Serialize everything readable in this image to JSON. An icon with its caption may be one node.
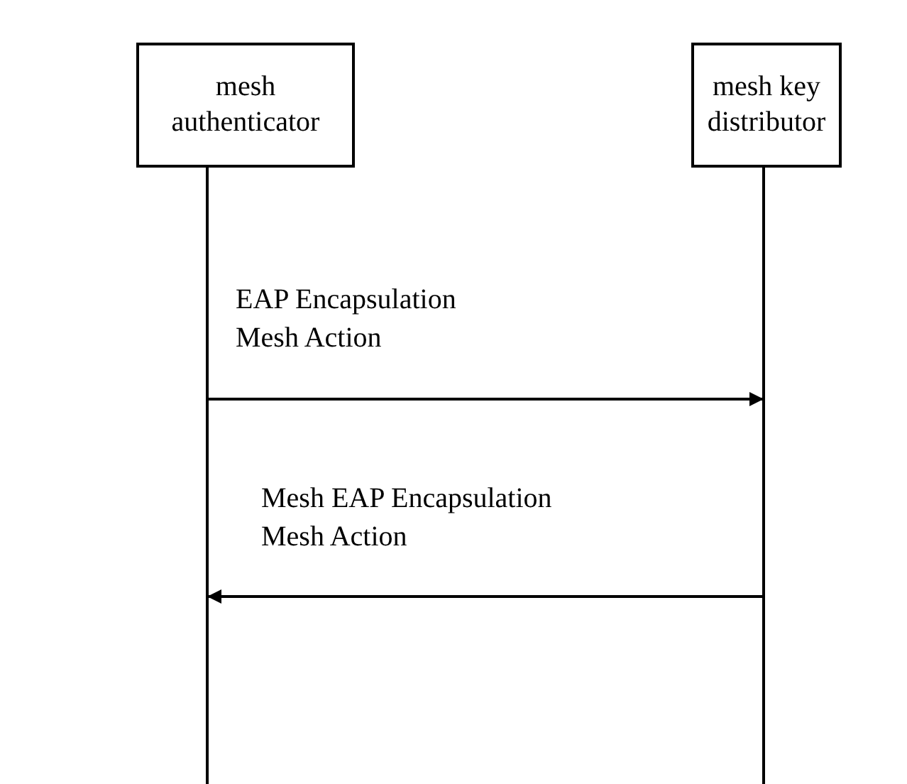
{
  "diagram": {
    "nodes": [
      {
        "text": [
          "mesh authenticator"
        ]
      },
      {
        "text": [
          "mesh key distributor"
        ]
      }
    ],
    "edges": [
      {
        "from": 0,
        "to": 1,
        "arrow": "to",
        "label": "EAP Encapsulation Mesh Action"
      },
      {
        "from": 1,
        "to": 0,
        "arrow": "to",
        "label": "Mesh EAP Encapsulation Mesh Action"
      }
    ]
  }
}
